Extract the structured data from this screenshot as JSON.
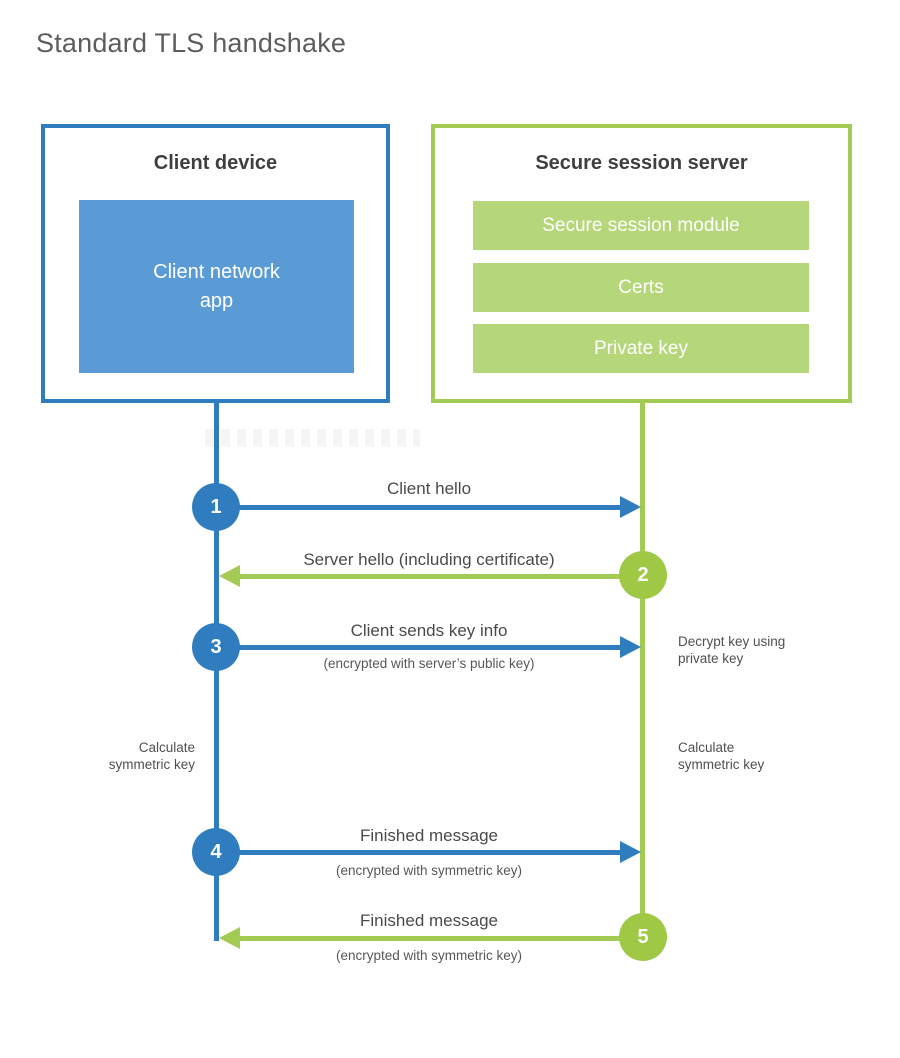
{
  "title": "Standard TLS handshake",
  "colors": {
    "blue": "#2f7dbf",
    "blue_fill": "#5b9bd5",
    "green": "#a3ca52",
    "green_fill": "#b5d77a",
    "heading_text": "#3f3f3f",
    "label_text": "#4a4a4a"
  },
  "client": {
    "title": "Client device",
    "app_label": "Client network\napp"
  },
  "server": {
    "title": "Secure session server",
    "modules": [
      "Secure session module",
      "Certs",
      "Private key"
    ]
  },
  "steps": [
    {
      "num": "1",
      "label": "Client hello",
      "sub": "",
      "direction": "client-to-server",
      "color": "blue"
    },
    {
      "num": "2",
      "label": "Server hello (including certificate)",
      "sub": "",
      "direction": "server-to-client",
      "color": "green"
    },
    {
      "num": "3",
      "label": "Client sends key info",
      "sub": "(encrypted with server’s public key)",
      "direction": "client-to-server",
      "color": "blue"
    },
    {
      "num": "4",
      "label": "Finished message",
      "sub": "(encrypted with symmetric key)",
      "direction": "client-to-server",
      "color": "blue"
    },
    {
      "num": "5",
      "label": "Finished message",
      "sub": "(encrypted with symmetric key)",
      "direction": "server-to-client",
      "color": "green"
    }
  ],
  "notes": {
    "decrypt": "Decrypt key using\nprivate key",
    "calculate_left": "Calculate\nsymmetric key",
    "calculate_right": "Calculate\nsymmetric key"
  }
}
